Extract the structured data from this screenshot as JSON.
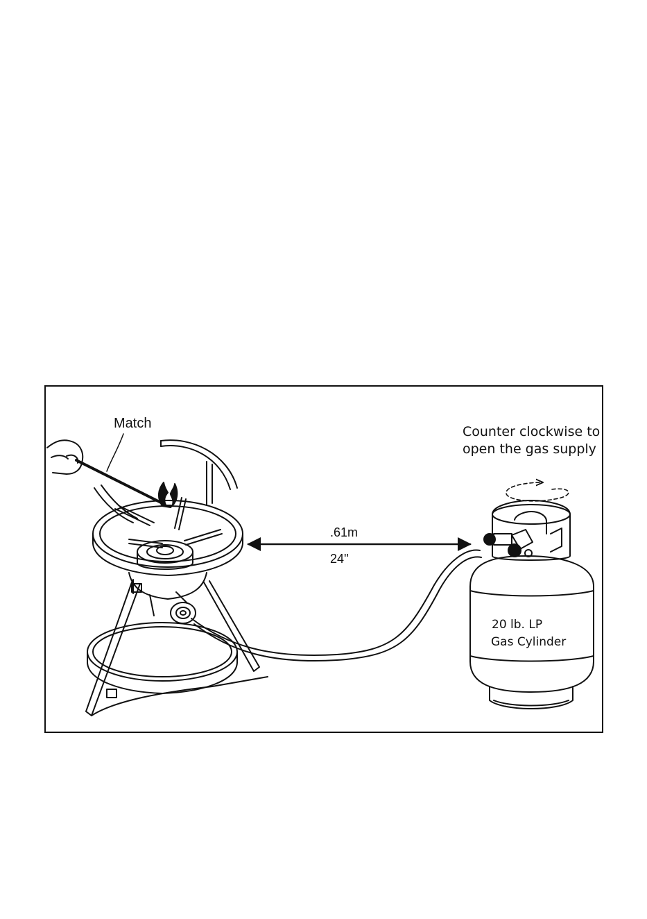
{
  "figure": {
    "match_label": "Match",
    "instruction_line1": "Counter clockwise to",
    "instruction_line2": "open the gas supply",
    "distance_metric": ".61m",
    "distance_imperial": "24''",
    "cylinder_line1": "20 lb. LP",
    "cylinder_line2": "Gas Cylinder"
  },
  "colors": {
    "line": "#111111",
    "background": "#ffffff"
  }
}
